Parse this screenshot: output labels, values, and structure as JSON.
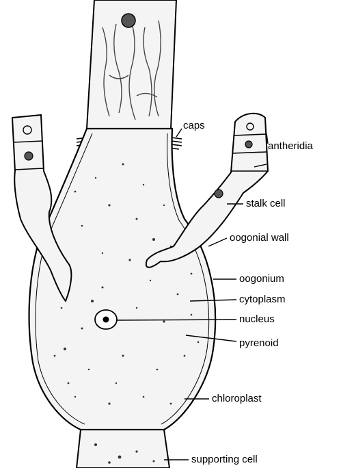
{
  "labels": {
    "caps": "caps",
    "antheridia": "antheridia",
    "stalk_cell": "stalk cell",
    "oogonial_wall": "oogonial wall",
    "oogonium": "oogonium",
    "cytoplasm": "cytoplasm",
    "nucleus": "nucleus",
    "pyrenoid": "pyrenoid",
    "chloroplast": "chloroplast",
    "supporting_cell": "supporting cell"
  },
  "colors": {
    "ink": "#000000",
    "paper": "#ffffff",
    "cell_fill": "#f4f4f4"
  }
}
